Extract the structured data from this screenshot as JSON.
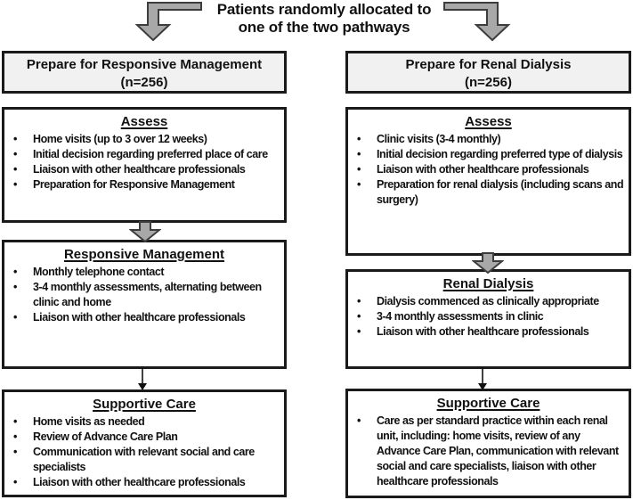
{
  "title": {
    "line1": "Patients randomly allocated to",
    "line2": "one of the two pathways"
  },
  "left": {
    "header_line1": "Prepare for Responsive Management",
    "header_line2": "(n=256)",
    "boxes": [
      {
        "title": "Assess",
        "bullets": [
          "Home visits (up to 3 over 12 weeks)",
          "Initial decision regarding preferred place of care",
          "Liaison with other healthcare professionals",
          "Preparation for Responsive Management"
        ]
      },
      {
        "title": "Responsive Management",
        "bullets": [
          "Monthly telephone contact",
          "3-4 monthly assessments, alternating between clinic and home",
          "Liaison with other healthcare professionals"
        ]
      },
      {
        "title": "Supportive Care",
        "bullets": [
          "Home visits as needed",
          "Review of Advance Care Plan",
          "Communication with relevant social and care specialists",
          "Liaison with other healthcare professionals"
        ]
      }
    ]
  },
  "right": {
    "header_line1": "Prepare for Renal Dialysis",
    "header_line2": "(n=256)",
    "boxes": [
      {
        "title": "Assess",
        "bullets": [
          "Clinic visits (3-4 monthly)",
          "Initial decision regarding preferred type of dialysis",
          "Liaison with other healthcare professionals",
          "Preparation for renal dialysis (including scans and surgery)"
        ]
      },
      {
        "title": "Renal Dialysis",
        "bullets": [
          "Dialysis commenced as clinically appropriate",
          "3-4 monthly assessments in clinic",
          "Liaison with other healthcare professionals"
        ]
      },
      {
        "title": "Supportive Care",
        "bullets": [
          "Care as per standard practice within each renal unit, including: home visits, review of any Advance Care Plan, communication with relevant social and care specialists, liaison with other healthcare professionals"
        ]
      }
    ]
  },
  "colors": {
    "arrow_fill": "#a8a8a8",
    "arrow_stroke": "#3d3d3d",
    "box_border": "#1a1a1a",
    "header_fill": "#f1f1f1",
    "text": "#111111"
  }
}
